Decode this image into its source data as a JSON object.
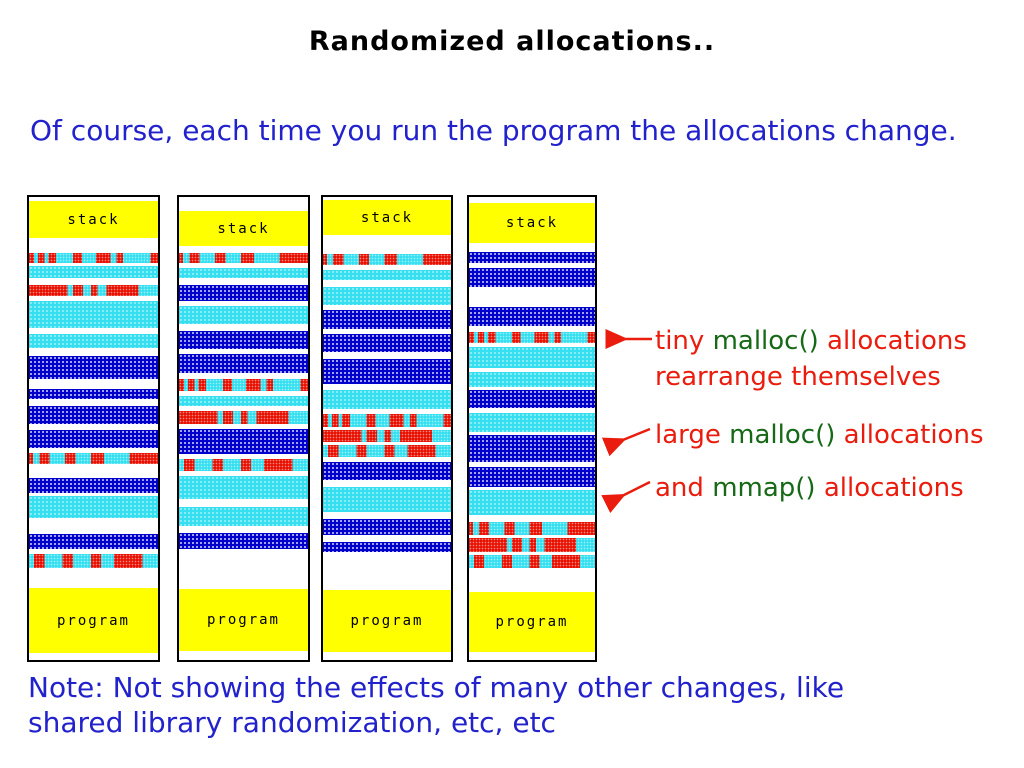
{
  "title": "Randomized allocations..",
  "intro": "Of course, each time you run the program the allocations change.",
  "note_line1": "Note: Not showing the effects of many other changes, like",
  "note_line2": "shared library randomization, etc, etc",
  "palette": {
    "stack_program_yellow": "#ffff00",
    "mmap_cyan": "#35dff0",
    "large_malloc_blue": "#0000cc",
    "tiny_malloc_red": "#e81000",
    "arrow_red": "#ea1c0d",
    "annotation_red": "#ea1c0d",
    "annotation_green": "#166916",
    "body_text_blue": "#2222cc",
    "title_black": "#000000"
  },
  "columns": [
    {
      "top_label": "stack",
      "bottom_label": "program",
      "bands": [
        [
          "w",
          4
        ],
        [
          "s",
          37
        ],
        [
          "w",
          15
        ],
        [
          "t1",
          10
        ],
        [
          "w",
          3
        ],
        [
          "c",
          12
        ],
        [
          "w",
          7
        ],
        [
          "t4",
          11
        ],
        [
          "w",
          5
        ],
        [
          "c",
          27
        ],
        [
          "w",
          6
        ],
        [
          "c",
          14
        ],
        [
          "w",
          8
        ],
        [
          "b",
          23
        ],
        [
          "w",
          10
        ],
        [
          "b",
          10
        ],
        [
          "w",
          7
        ],
        [
          "b",
          18
        ],
        [
          "w",
          6
        ],
        [
          "b",
          18
        ],
        [
          "w",
          5
        ],
        [
          "t2",
          11
        ],
        [
          "w",
          14
        ],
        [
          "b",
          15
        ],
        [
          "w",
          3
        ],
        [
          "c",
          22
        ],
        [
          "w",
          16
        ],
        [
          "b",
          15
        ],
        [
          "w",
          5
        ],
        [
          "t3",
          14
        ],
        [
          "w",
          20
        ],
        [
          "p",
          65
        ],
        [
          "w",
          7
        ]
      ]
    },
    {
      "top_label": "stack",
      "bottom_label": "program",
      "bands": [
        [
          "w",
          14
        ],
        [
          "s",
          35
        ],
        [
          "w",
          7
        ],
        [
          "t2",
          10
        ],
        [
          "w",
          5
        ],
        [
          "c",
          10
        ],
        [
          "w",
          7
        ],
        [
          "b",
          16
        ],
        [
          "w",
          5
        ],
        [
          "c",
          18
        ],
        [
          "w",
          7
        ],
        [
          "b",
          18
        ],
        [
          "w",
          5
        ],
        [
          "b",
          19
        ],
        [
          "w",
          6
        ],
        [
          "t1",
          12
        ],
        [
          "w",
          5
        ],
        [
          "c",
          10
        ],
        [
          "w",
          5
        ],
        [
          "t4",
          13
        ],
        [
          "w",
          5
        ],
        [
          "b",
          25
        ],
        [
          "w",
          5
        ],
        [
          "t3",
          12
        ],
        [
          "w",
          5
        ],
        [
          "c",
          23
        ],
        [
          "w",
          8
        ],
        [
          "c",
          19
        ],
        [
          "w",
          7
        ],
        [
          "b",
          16
        ],
        [
          "w",
          40
        ],
        [
          "p",
          62
        ],
        [
          "w",
          9
        ]
      ]
    },
    {
      "top_label": "stack",
      "bottom_label": "program",
      "bands": [
        [
          "w",
          3
        ],
        [
          "s",
          35
        ],
        [
          "w",
          19
        ],
        [
          "t2",
          11
        ],
        [
          "w",
          5
        ],
        [
          "c",
          10
        ],
        [
          "w",
          7
        ],
        [
          "c",
          18
        ],
        [
          "w",
          5
        ],
        [
          "b",
          19
        ],
        [
          "w",
          5
        ],
        [
          "b",
          18
        ],
        [
          "w",
          7
        ],
        [
          "b",
          25
        ],
        [
          "w",
          6
        ],
        [
          "c",
          19
        ],
        [
          "w",
          5
        ],
        [
          "t1",
          13
        ],
        [
          "w",
          3
        ],
        [
          "t4",
          12
        ],
        [
          "w",
          3
        ],
        [
          "t3",
          12
        ],
        [
          "w",
          5
        ],
        [
          "b",
          18
        ],
        [
          "w",
          7
        ],
        [
          "c",
          25
        ],
        [
          "w",
          7
        ],
        [
          "b",
          16
        ],
        [
          "w",
          7
        ],
        [
          "b",
          10
        ],
        [
          "w",
          38
        ],
        [
          "p",
          62
        ],
        [
          "w",
          9
        ]
      ]
    },
    {
      "top_label": "stack",
      "bottom_label": "program",
      "bands": [
        [
          "w",
          6
        ],
        [
          "s",
          40
        ],
        [
          "w",
          9
        ],
        [
          "b",
          11
        ],
        [
          "w",
          5
        ],
        [
          "b",
          19
        ],
        [
          "w",
          20
        ],
        [
          "b",
          19
        ],
        [
          "w",
          6
        ],
        [
          "t1",
          11
        ],
        [
          "w",
          4
        ],
        [
          "c",
          21
        ],
        [
          "w",
          4
        ],
        [
          "c",
          15
        ],
        [
          "w",
          3
        ],
        [
          "b",
          18
        ],
        [
          "w",
          5
        ],
        [
          "c",
          19
        ],
        [
          "w",
          3
        ],
        [
          "b",
          27
        ],
        [
          "w",
          5
        ],
        [
          "b",
          20
        ],
        [
          "w",
          3
        ],
        [
          "c",
          25
        ],
        [
          "w",
          7
        ],
        [
          "t2",
          13
        ],
        [
          "w",
          3
        ],
        [
          "t4",
          14
        ],
        [
          "w",
          3
        ],
        [
          "t3",
          13
        ],
        [
          "w",
          24
        ],
        [
          "p",
          60
        ],
        [
          "w",
          7
        ]
      ]
    }
  ],
  "annotations": [
    {
      "lines": [
        [
          {
            "t": "tiny ",
            "c": "red"
          },
          {
            "t": "malloc()",
            "c": "green"
          },
          {
            "t": " allocations",
            "c": "red"
          }
        ],
        [
          {
            "t": "rearrange themselves",
            "c": "red"
          }
        ]
      ]
    },
    {
      "lines": [
        [
          {
            "t": "large ",
            "c": "red"
          },
          {
            "t": "malloc()",
            "c": "green"
          },
          {
            "t": " allocations",
            "c": "red"
          }
        ]
      ]
    },
    {
      "lines": [
        [
          {
            "t": "and ",
            "c": "red"
          },
          {
            "t": "mmap()",
            "c": "green"
          },
          {
            "t": " allocations",
            "c": "red"
          }
        ]
      ]
    }
  ]
}
